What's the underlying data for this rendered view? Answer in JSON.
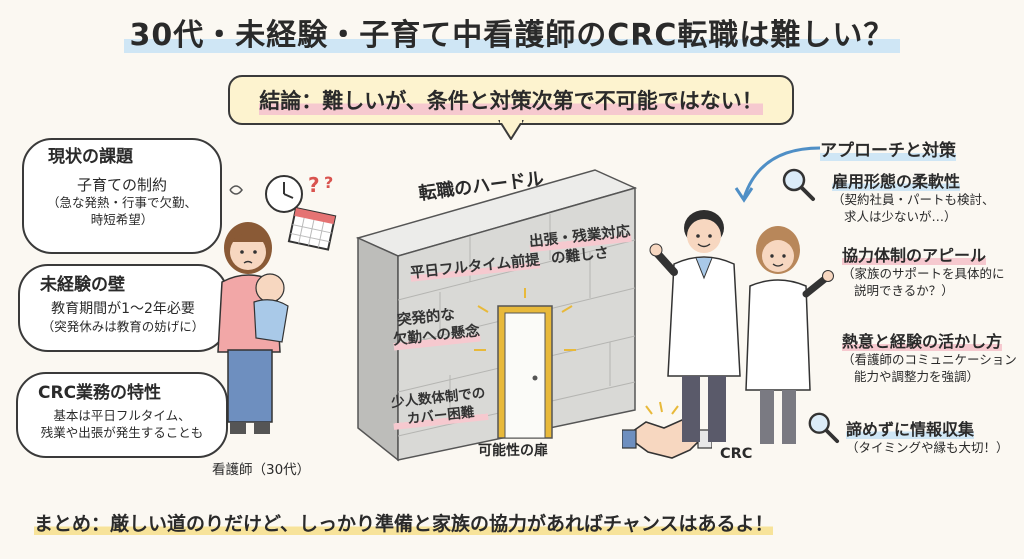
{
  "title": "30代・未経験・子育て中看護師のCRC転職は難しい？",
  "conclusion": "結論：難しいが、条件と対策次第で不可能ではない！",
  "left": {
    "issues_heading": "現状の課題",
    "childcare": {
      "title": "子育ての制約",
      "desc1": "（急な発熱・行事で欠勤、",
      "desc2": "時短希望）"
    },
    "inexperience": {
      "heading": "未経験の壁",
      "line1": "教育期間が1〜2年必要",
      "line2": "（突発休みは教育の妨げに）"
    },
    "crc_work": {
      "heading": "CRC業務の特性",
      "line1": "基本は平日フルタイム、",
      "line2": "残業や出張が発生することも"
    },
    "nurse_caption": "看護師（30代）"
  },
  "wall": {
    "label": "転職のハードル",
    "item1": "平日フルタイム前提",
    "item2a": "出張・残業対応",
    "item2b": "の難しさ",
    "item3a": "突発的な",
    "item3b": "欠勤への懸念",
    "item4a": "少人数体制での",
    "item4b": "カバー困難",
    "door_label": "可能性の扉"
  },
  "right": {
    "heading": "アプローチと対策",
    "flex": {
      "title": "雇用形態の柔軟性",
      "desc1": "（契約社員・パートも検討、",
      "desc2": "求人は少ないが…）"
    },
    "coop": {
      "title": "協力体制のアピール",
      "desc1": "（家族のサポートを具体的に",
      "desc2": "説明できるか？）"
    },
    "passion": {
      "title": "熱意と経験の活かし方",
      "desc1": "（看護師のコミュニケーション",
      "desc2": "能力や調整力を強調）"
    },
    "info": {
      "title": "諦めずに情報収集",
      "desc1": "（タイミングや縁も大切！）"
    },
    "crc_caption": "CRC"
  },
  "summary": "まとめ：厳しい道のりだけど、しっかり準備と家族の協力があればチャンスはあるよ！",
  "colors": {
    "wall": "#d9d9d6",
    "door_frame": "#e8b93a",
    "conclusion_bg": "#fdf3cf",
    "accent_blue": "#4f8fc6",
    "highlight_pink": "#f6c9cf"
  }
}
